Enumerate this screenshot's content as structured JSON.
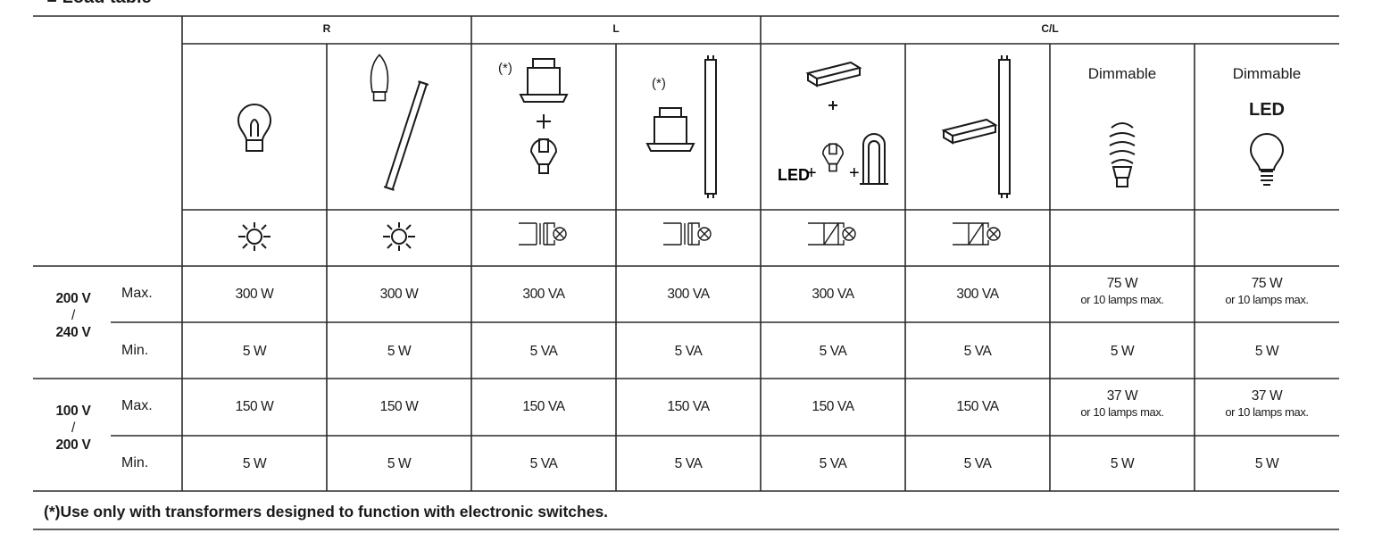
{
  "title": "■ Load table",
  "groups": [
    {
      "label": "R"
    },
    {
      "label": "L"
    },
    {
      "label": "C/L"
    }
  ],
  "columns": [
    {
      "icon": "incandescent-bulb-icon",
      "symbol": "lamp-symbol-icon",
      "note": "",
      "caption": ""
    },
    {
      "icon": "halogen-lamp-icon",
      "symbol": "lamp-symbol-icon",
      "note": "",
      "caption": ""
    },
    {
      "icon": "transformer-plus-halogen-icon",
      "symbol": "transformer-symbol-icon",
      "note": "(*)",
      "caption": "+"
    },
    {
      "icon": "transformer-fluorescent-icon",
      "symbol": "transformer-symbol-icon",
      "note": "(*)",
      "caption": ""
    },
    {
      "icon": "electronic-ballast-led-icon",
      "symbol": "ballast-symbol-icon",
      "note": "",
      "caption": "+",
      "led_text": "LED",
      "plus": "+"
    },
    {
      "icon": "ballast-fluorescent-icon",
      "symbol": "ballast-symbol-icon",
      "note": "",
      "caption": ""
    },
    {
      "icon": "cfl-bulb-icon",
      "symbol": "",
      "note": "",
      "caption": "Dimmable"
    },
    {
      "icon": "led-bulb-icon",
      "symbol": "",
      "note": "",
      "caption": "Dimmable",
      "led_text": "LED"
    }
  ],
  "rows": [
    {
      "voltage_top": "200 V",
      "voltage_sep": "/",
      "voltage_bottom": "240 V",
      "max_label": "Max.",
      "min_label": "Min.",
      "max": [
        "300 W",
        "300 W",
        "300 VA",
        "300 VA",
        "300 VA",
        "300 VA",
        "75 W",
        "75 W"
      ],
      "max_sub": [
        "",
        "",
        "",
        "",
        "",
        "",
        "or 10 lamps max.",
        "or 10 lamps max."
      ],
      "min": [
        "5 W",
        "5 W",
        "5 VA",
        "5 VA",
        "5 VA",
        "5 VA",
        "5 W",
        "5 W"
      ]
    },
    {
      "voltage_top": "100 V",
      "voltage_sep": "/",
      "voltage_bottom": "200 V",
      "max_label": "Max.",
      "min_label": "Min.",
      "max": [
        "150 W",
        "150 W",
        "150 VA",
        "150 VA",
        "150 VA",
        "150 VA",
        "37 W",
        "37 W"
      ],
      "max_sub": [
        "",
        "",
        "",
        "",
        "",
        "",
        "or 10 lamps max.",
        "or 10 lamps max."
      ],
      "min": [
        "5 W",
        "5 W",
        "5 VA",
        "5 VA",
        "5 VA",
        "5 VA",
        "5 W",
        "5 W"
      ]
    }
  ],
  "footnote": "(*)Use only with transformers designed to function with electronic switches."
}
